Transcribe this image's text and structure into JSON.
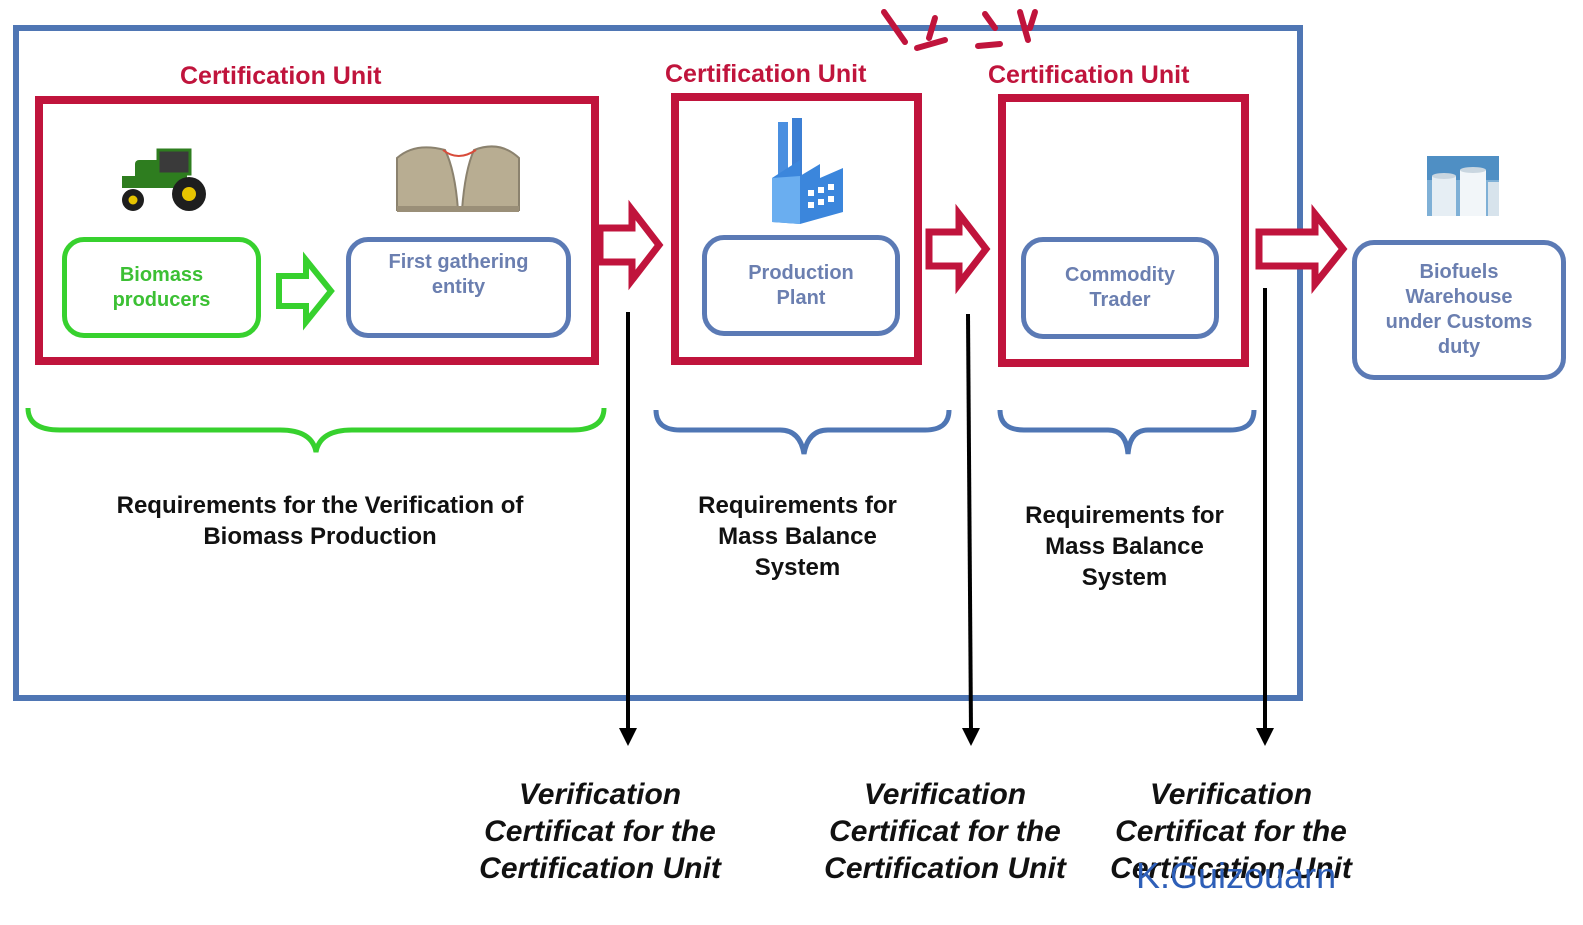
{
  "certification_unit_labels": [
    "Certification Unit",
    "Certification Unit",
    "Certification Unit"
  ],
  "nodes": {
    "biomass_producers": "Biomass producers",
    "first_gathering": "First gathering entity",
    "production_plant": "Production Plant",
    "commodity_trader": "Commodity Trader",
    "biofuels_warehouse": "Biofuels Warehouse under Customs duty"
  },
  "requirements": {
    "biomass": "Requirements for the Verification of Biomass Production",
    "mass_balance_1": "Requirements for Mass Balance System",
    "mass_balance_2": "Requirements for Mass Balance System"
  },
  "verification": [
    "Verification Certificat for the Certification Unit",
    "Verification Certificat for the Certification Unit",
    "Verification Certificat for the Certification Unit"
  ],
  "watermark": "K.Guizouarn",
  "icons": [
    "tractor-icon",
    "field-icon",
    "factory-icon",
    "storage-tanks-icon"
  ],
  "colors": {
    "certification_red": "#c0143c",
    "node_blue": "#5b7ab5",
    "outer_blue": "#4f76b4",
    "biomass_green": "#37d12e",
    "arrow_black": "#000000"
  }
}
